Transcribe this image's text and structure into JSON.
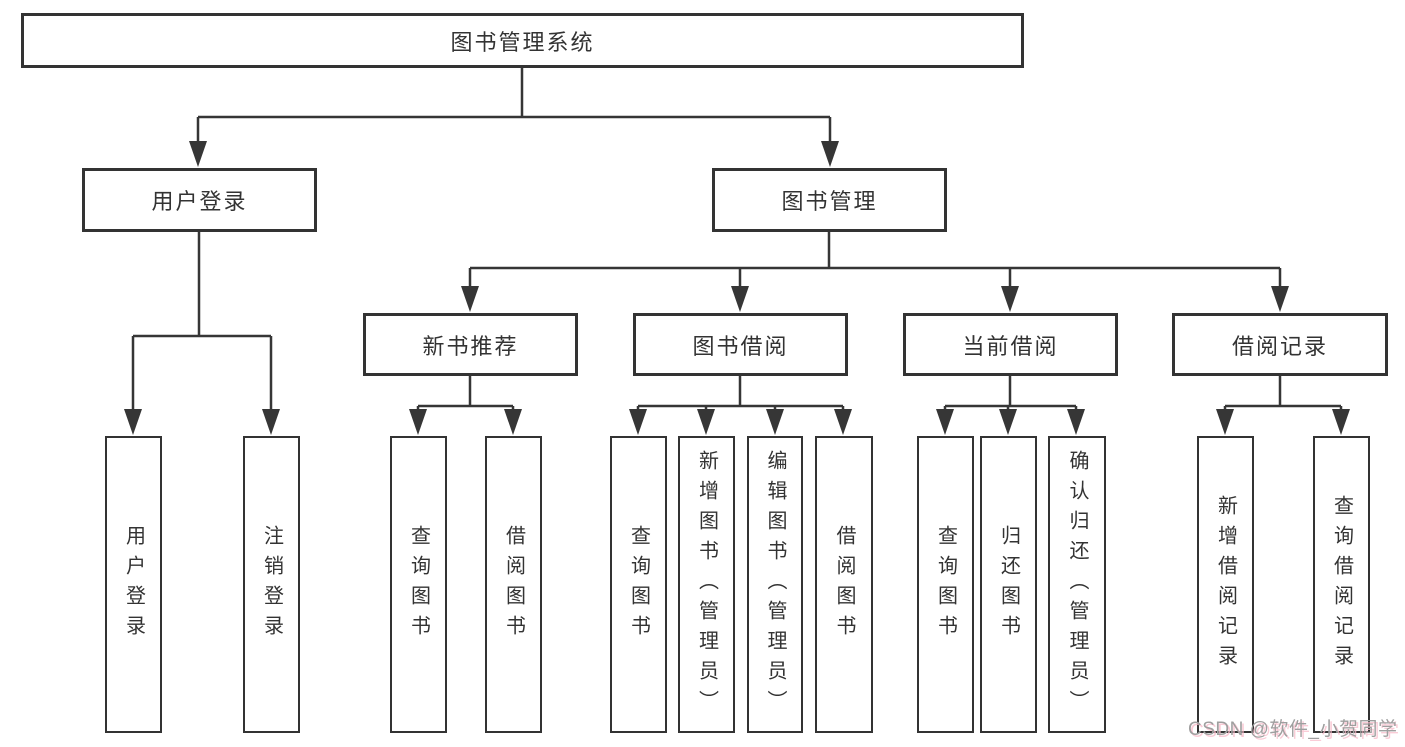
{
  "diagram": {
    "type": "tree",
    "tree": {
      "label": "图书管理系统",
      "children": [
        {
          "label": "用户登录",
          "children": [
            {
              "label": "用户登录"
            },
            {
              "label": "注销登录"
            }
          ]
        },
        {
          "label": "图书管理",
          "children": [
            {
              "label": "新书推荐",
              "children": [
                {
                  "label": "查询图书"
                },
                {
                  "label": "借阅图书"
                }
              ]
            },
            {
              "label": "图书借阅",
              "children": [
                {
                  "label": "查询图书"
                },
                {
                  "label": "新增图书（管理员）"
                },
                {
                  "label": "编辑图书（管理员）"
                },
                {
                  "label": "借阅图书"
                }
              ]
            },
            {
              "label": "当前借阅",
              "children": [
                {
                  "label": "查询图书"
                },
                {
                  "label": "归还图书"
                },
                {
                  "label": "确认归还（管理员）"
                }
              ]
            },
            {
              "label": "借阅记录",
              "children": [
                {
                  "label": "新增借阅记录"
                },
                {
                  "label": "查询借阅记录"
                }
              ]
            }
          ]
        }
      ]
    }
  },
  "watermark": {
    "text": "CSDN @软件_小贺同学"
  },
  "colors": {
    "line": "#363636",
    "box_border": "#333333",
    "text": "#333333",
    "watermark": "#9f9f9f",
    "background": "#ffffff"
  }
}
